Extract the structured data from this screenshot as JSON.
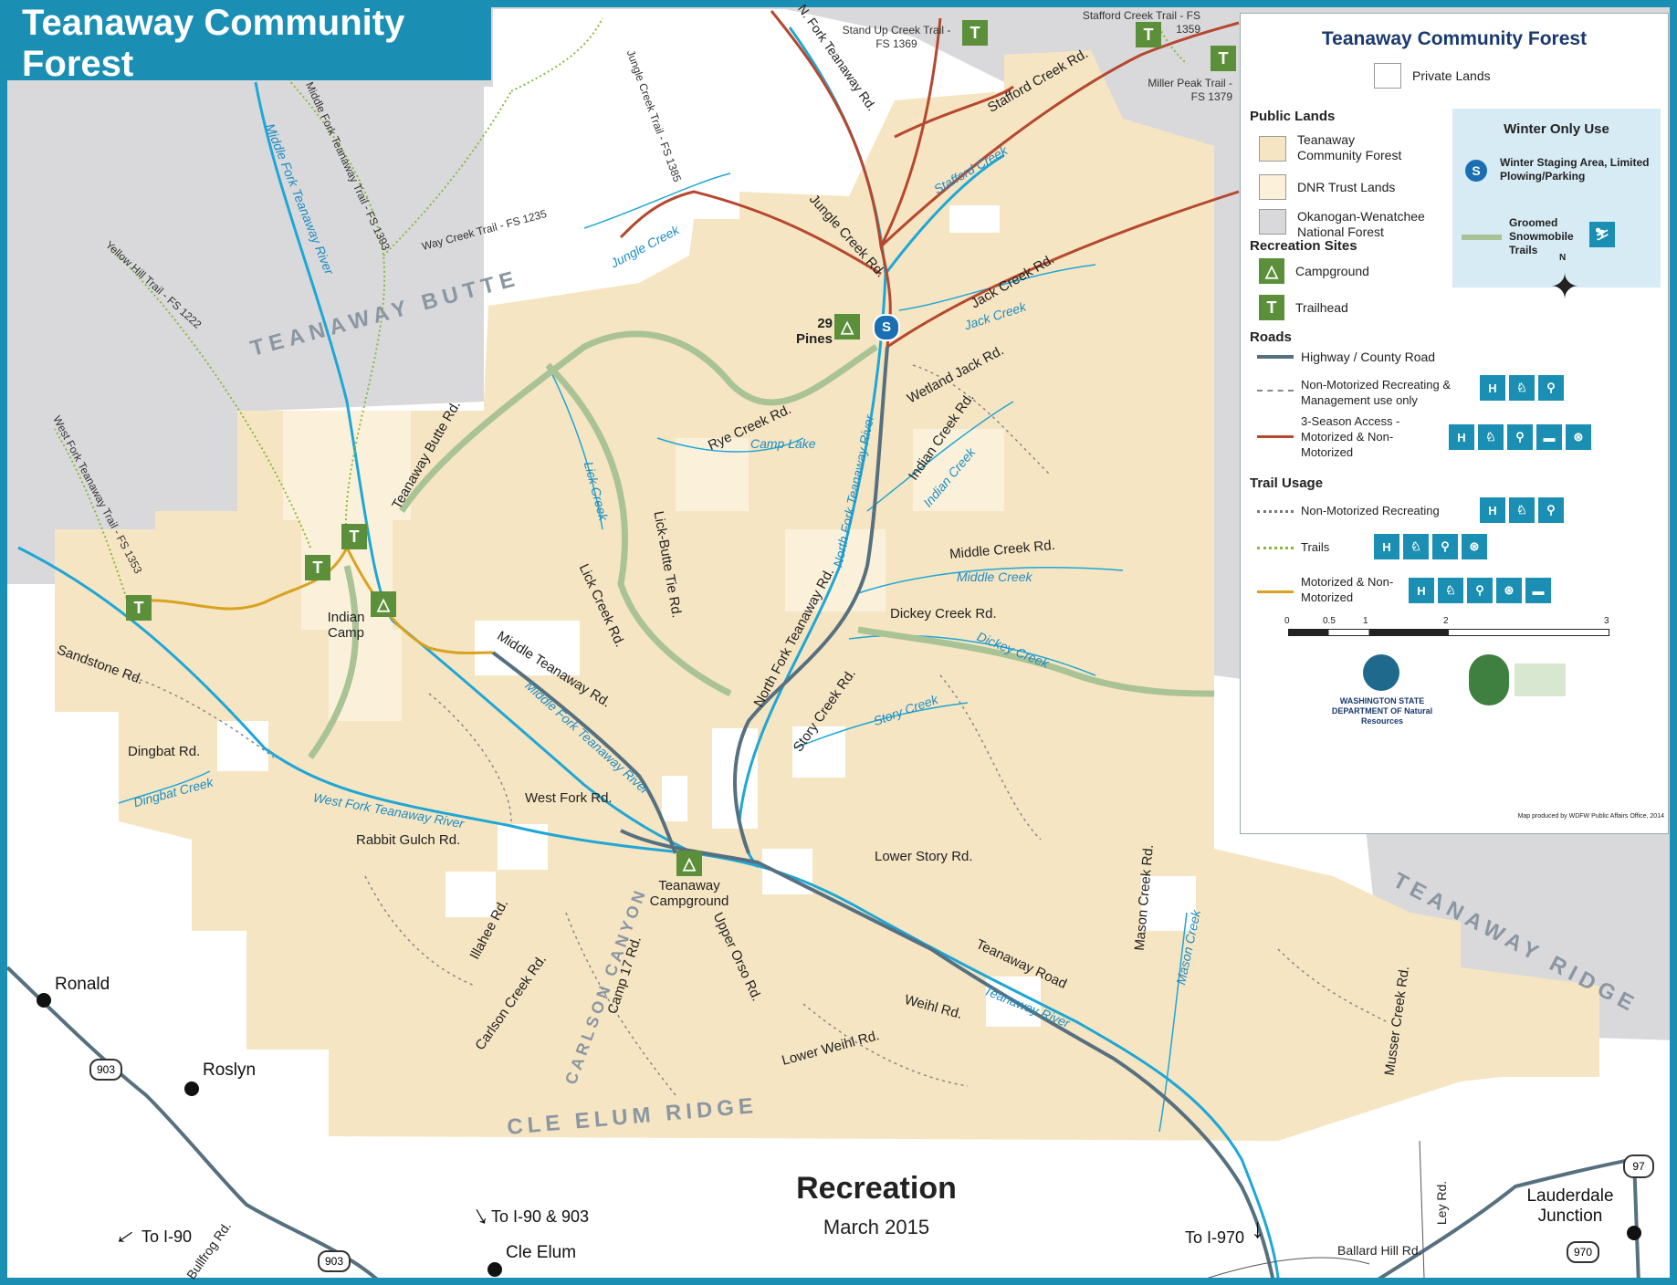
{
  "title": "Teanaway Community Forest",
  "bottom": {
    "heading": "Recreation",
    "date": "March 2015"
  },
  "legend": {
    "title": "Teanaway Community Forest",
    "private_lands": "Private Lands",
    "public_lands_heading": "Public Lands",
    "public_lands": [
      "Teanaway Community Forest",
      "DNR Trust Lands",
      "Okanogan-Wenatchee National Forest"
    ],
    "winter_heading": "Winter Only Use",
    "winter_staging": "Winter Staging Area, Limited Plowing/Parking",
    "groomed": "Groomed Snowmobile Trails",
    "recreation_sites_heading": "Recreation Sites",
    "campground": "Campground",
    "trailhead": "Trailhead",
    "roads_heading": "Roads",
    "highway": "Highway / County Road",
    "nonmotorized_road": "Non-Motorized Recreating & Management use only",
    "three_season": "3-Season Access - Motorized & Non-Motorized",
    "trail_usage_heading": "Trail Usage",
    "nonmotorized_trail": "Non-Motorized Recreating",
    "trails": "Trails",
    "motorized_trail": "Motorized & Non-Motorized",
    "scale_ticks": [
      "0",
      "0.5",
      "1",
      "2",
      "3"
    ],
    "north": "N",
    "agency1": "WASHINGTON STATE DEPARTMENT OF Natural Resources",
    "credit": "Map produced by WDFW Public Affairs Office, 2014"
  },
  "colors": {
    "forest": "#f6e5c2",
    "dnr": "#fbf1da",
    "national_forest": "#d9d9db",
    "water": "#1ea7d6",
    "highway": "#56707f",
    "three_season": "#b5482e",
    "motorized": "#d9a21f",
    "trail": "#8ab83f",
    "groomed": "#a9c396",
    "brand": "#1a8fb3"
  },
  "ridges": [
    "TEANAWAY BUTTE",
    "TEANAWAY RIDGE",
    "CLE ELUM RIDGE",
    "CARLSON CANYON"
  ],
  "towns": [
    "Ronald",
    "Roslyn",
    "Cle Elum",
    "Lauderdale Junction"
  ],
  "directions": [
    "To I-90",
    "To I-90 & 903",
    "To I-970"
  ],
  "route_shields": [
    "903",
    "903",
    "970",
    "97"
  ],
  "sites": [
    "29 Pines",
    "Indian Camp",
    "Teanaway Campground"
  ],
  "roads": [
    "N. Fork Teanaway Rd.",
    "Stafford Creek Rd.",
    "Jungle Creek Rd.",
    "Jack Creek Rd.",
    "Wetland Jack Rd.",
    "Indian Creek Rd.",
    "Rye Creek Rd.",
    "Teanaway Butte Rd.",
    "Lick-Butte Tie Rd.",
    "Lick Creek Rd.",
    "Middle Creek Rd.",
    "Dickey Creek Rd.",
    "North Fork Teanaway Rd.",
    "Middle Teanaway Rd.",
    "Story Creek Rd.",
    "Sandstone Rd.",
    "Dingbat Rd.",
    "West Fork Rd.",
    "Rabbit Gulch Rd.",
    "Lower Story Rd.",
    "Illahee Rd.",
    "Carlson Creek Rd.",
    "Camp 17 Rd.",
    "Upper Orso Rd.",
    "Teanaway Road",
    "Weihl Rd.",
    "Lower Weihl Rd.",
    "Mason Creek Rd.",
    "Musser Creek Rd.",
    "Ley Rd.",
    "Ballard Hill Rd.",
    "Bullfrog Rd."
  ],
  "trails": [
    "Stand Up Creek Trail - FS 1369",
    "Stafford Creek Trail - FS 1359",
    "Miller Peak Trail - FS 1379",
    "Jungle Creek Trail - FS 1385",
    "Middle Fork Teanaway Trail - FS 1393",
    "Way Creek Trail - FS 1235",
    "Yellow Hill Trail - FS 1222",
    "West Fork Teanaway Trail - FS 1353"
  ],
  "waters": [
    "Middle Fork Teanaway River",
    "Jungle Creek",
    "Stafford Creek",
    "Jack Creek",
    "Camp Lake",
    "Lick Creek",
    "North Fork Teanaway River",
    "Indian Creek",
    "Middle Creek",
    "Dickey Creek",
    "Story Creek",
    "Dingbat Creek",
    "West Fork Teanaway River",
    "Teanaway River",
    "Mason Creek"
  ]
}
